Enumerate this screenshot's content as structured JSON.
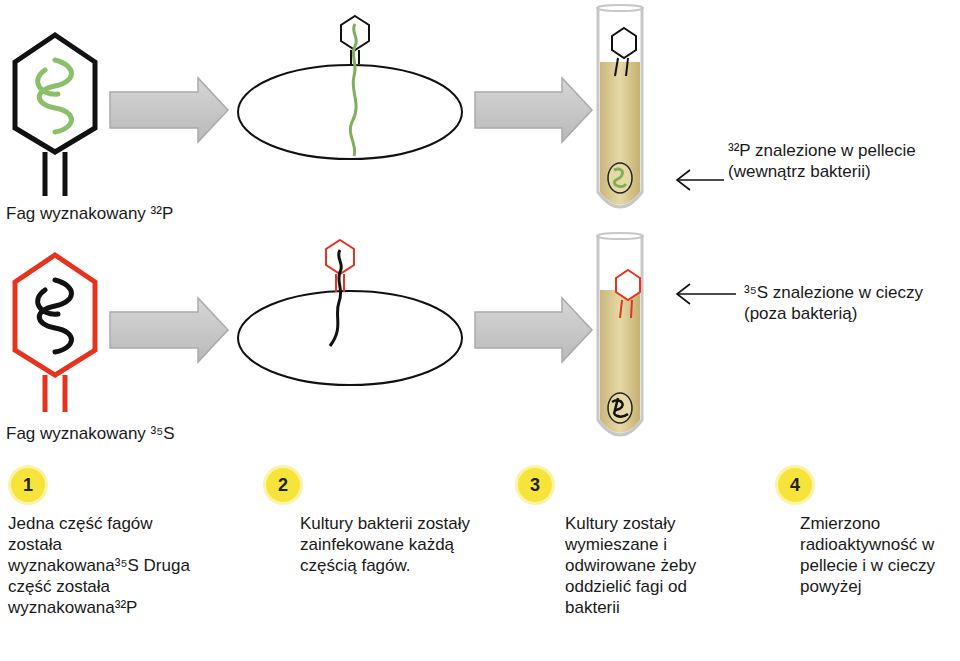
{
  "diagram": {
    "nodes": [
      {
        "text": [
          "1"
        ]
      },
      {
        "text": [
          "2"
        ]
      },
      {
        "text": [
          "3"
        ]
      },
      {
        "text": [
          "4"
        ]
      }
    ],
    "labels": [
      "³²P znalezione w pellecie (wewnątrz bakterii)",
      "Fag wyznakowany ³²P",
      "³⁵S znalezione w cieczy (poza bakterią)",
      "Fag wyznakowany ³⁵S",
      "Jedna część fagów została wyznakowana³⁵S Druga część została wyznakowana³²P",
      "Kultury bakterii zostały zainfekowane każdą częścią fagów.",
      "Kultury zostały wymieszane i odwirowane żeby oddzielić fagi od bakterii",
      "Zmierzono radioaktywność w pellecie i w cieczy powyżej"
    ]
  }
}
